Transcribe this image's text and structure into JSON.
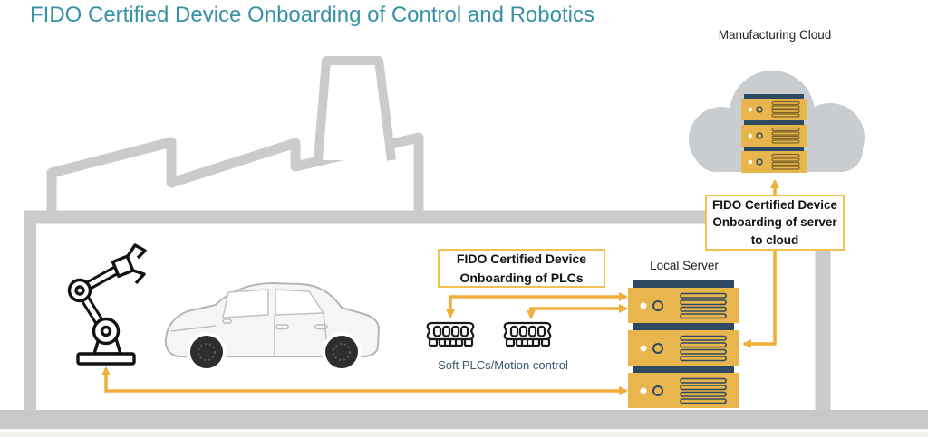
{
  "title": "FIDO Certified Device Onboarding of Control and Robotics",
  "labels": {
    "manufacturing_cloud": "Manufacturing Cloud",
    "local_server": "Local Server",
    "soft_plcs": "Soft PLCs/Motion control"
  },
  "callouts": {
    "plc_onboarding": "FIDO Certified Device Onboarding of PLCs",
    "server_to_cloud": "FIDO Certified Device Onboarding of server to cloud"
  },
  "icons": {
    "factory": "factory-outline-icon",
    "cloud": "cloud-icon",
    "cloud_servers": "cloud-server-stack-icon",
    "local_servers": "local-server-stack-icon",
    "plc_chips": "ram-chip-icon",
    "robot": "robot-arm-icon",
    "car": "car-icon",
    "arrows": "bidirectional-arrow"
  },
  "colors": {
    "title_teal": "#3792a6",
    "accent_yellow": "#f0ae3d",
    "box_border": "#f3c14f",
    "server_body": "#e9b54d",
    "server_bar": "#2e4a62",
    "slot_brown": "#7d6327",
    "factory_gray": "#cbcbcb",
    "cloud_gray": "#c9cdd0",
    "floor_gray": "#c8c8c8",
    "plc_text": "#3a5570",
    "icon_black": "#1a1a1a"
  },
  "counts": {
    "cloud_server_units": 3,
    "local_server_units": 3,
    "plc_chips": 2
  }
}
